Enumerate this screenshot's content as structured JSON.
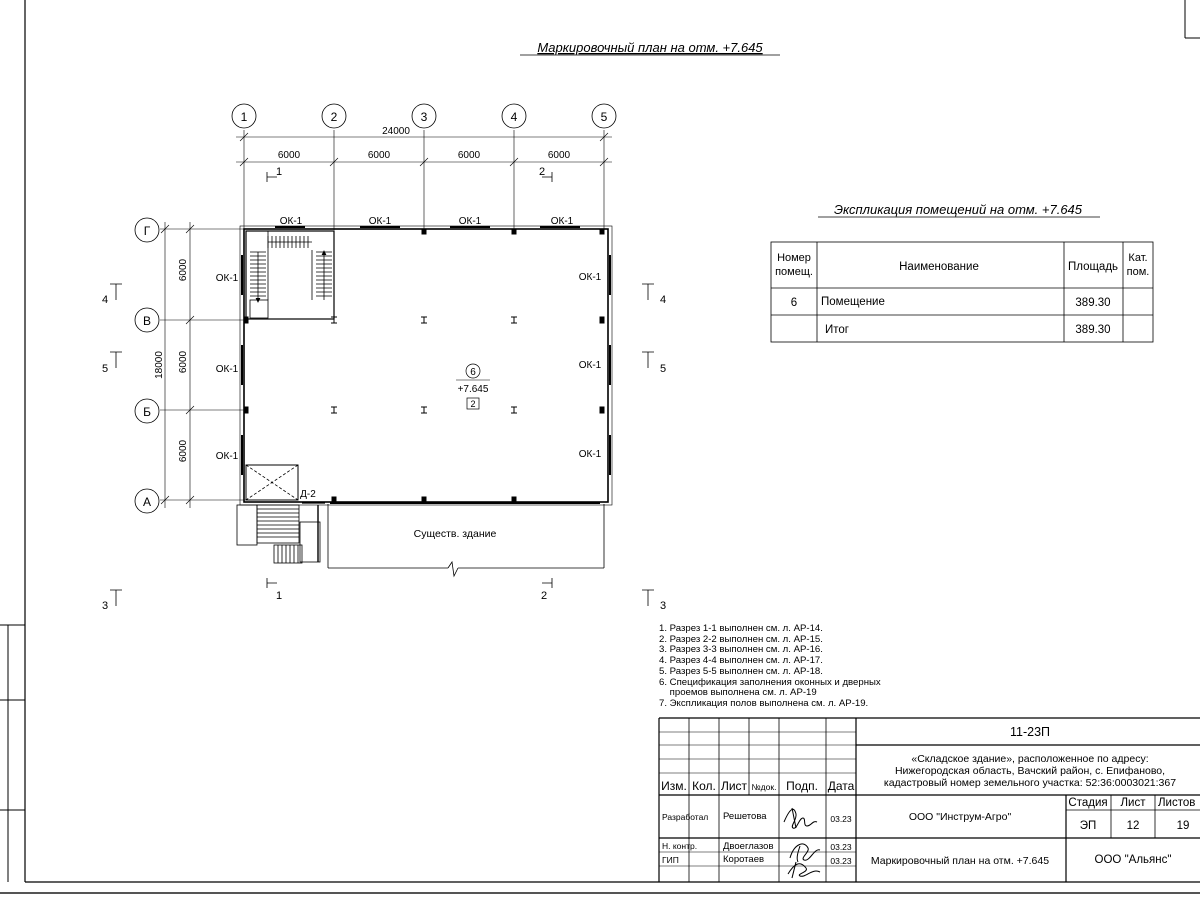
{
  "plan_title": "Маркировочный план на отм. +7.645",
  "axes": {
    "columns": [
      "1",
      "2",
      "3",
      "4",
      "5"
    ],
    "rows": [
      "Г",
      "В",
      "Б",
      "А"
    ]
  },
  "dimensions": {
    "total_horizontal": "24000",
    "spans_horizontal": [
      "6000",
      "6000",
      "6000",
      "6000"
    ],
    "total_vertical": "18000",
    "spans_vertical": [
      "6000",
      "6000",
      "6000"
    ]
  },
  "window_labels": {
    "top": [
      "ОК-1",
      "ОК-1",
      "ОК-1",
      "ОК-1"
    ],
    "left": [
      "ОК-1",
      "ОК-1",
      "ОК-1"
    ],
    "right": [
      "ОК-1",
      "ОК-1",
      "ОК-1"
    ]
  },
  "door_label": "Д-2",
  "room_marker": {
    "number": "6",
    "elevation": "+7.645",
    "category": "2"
  },
  "existing_building": "Существ. здание",
  "sections": {
    "s1": "1",
    "s2": "2",
    "s3": "3",
    "s4": "4",
    "s5": "5"
  },
  "explication": {
    "title": "Экспликация помещений на отм. +7.645",
    "headers": {
      "num_line1": "Номер",
      "num_line2": "помещ.",
      "name": "Наименование",
      "area": "Площадь",
      "cat_line1": "Кат.",
      "cat_line2": "пом."
    },
    "rows": [
      {
        "num": "6",
        "name": "Помещение",
        "area": "389.30",
        "cat": ""
      },
      {
        "num": "",
        "name": "Итог",
        "area": "389.30",
        "cat": ""
      }
    ]
  },
  "notes": [
    "1. Разрез 1-1 выполнен см. л. АР-14.",
    "2. Разрез 2-2 выполнен см. л. АР-15.",
    "3. Разрез 3-3 выполнен см. л. АР-16.",
    "4. Разрез 4-4 выполнен см. л. АР-17.",
    "5. Разрез 5-5 выполнен см. л. АР-18.",
    "6. Спецификация заполнения оконных и дверных",
    "    проемов выполнена см. л. АР-19",
    "7. Экспликация полов выполнена см. л. АР-19."
  ],
  "title_block": {
    "code": "11-23П",
    "object_line1": "«Складское здание», расположенное по адресу:",
    "object_line2": "Нижегородская область, Вачский район, с. Епифаново,",
    "object_line3": "кадастровый номер земельного участка: 52:36:0003021:367",
    "col_izm": "Изм.",
    "col_kol": "Кол.",
    "col_list": "Лист",
    "col_ndok": "№док.",
    "col_podp": "Подп.",
    "col_data": "Дата",
    "role_dev": "Разработал",
    "name_dev": "Решетова",
    "date_dev": "03.23",
    "role_nkontr": "Н. контр.",
    "name_nkontr": "Двоеглазов",
    "date_nkontr": "03.23",
    "role_gip": "ГИП",
    "name_gip": "Коротаев",
    "date_gip": "03.23",
    "company_dev": "ООО \"Инструм-Агро\"",
    "stage_label": "Стадия",
    "sheet_label": "Лист",
    "sheets_label": "Листов",
    "stage": "ЭП",
    "sheet": "12",
    "sheets": "19",
    "drawing_name": "Маркировочный план на отм. +7.645",
    "company_main": "ООО \"Альянс\""
  }
}
